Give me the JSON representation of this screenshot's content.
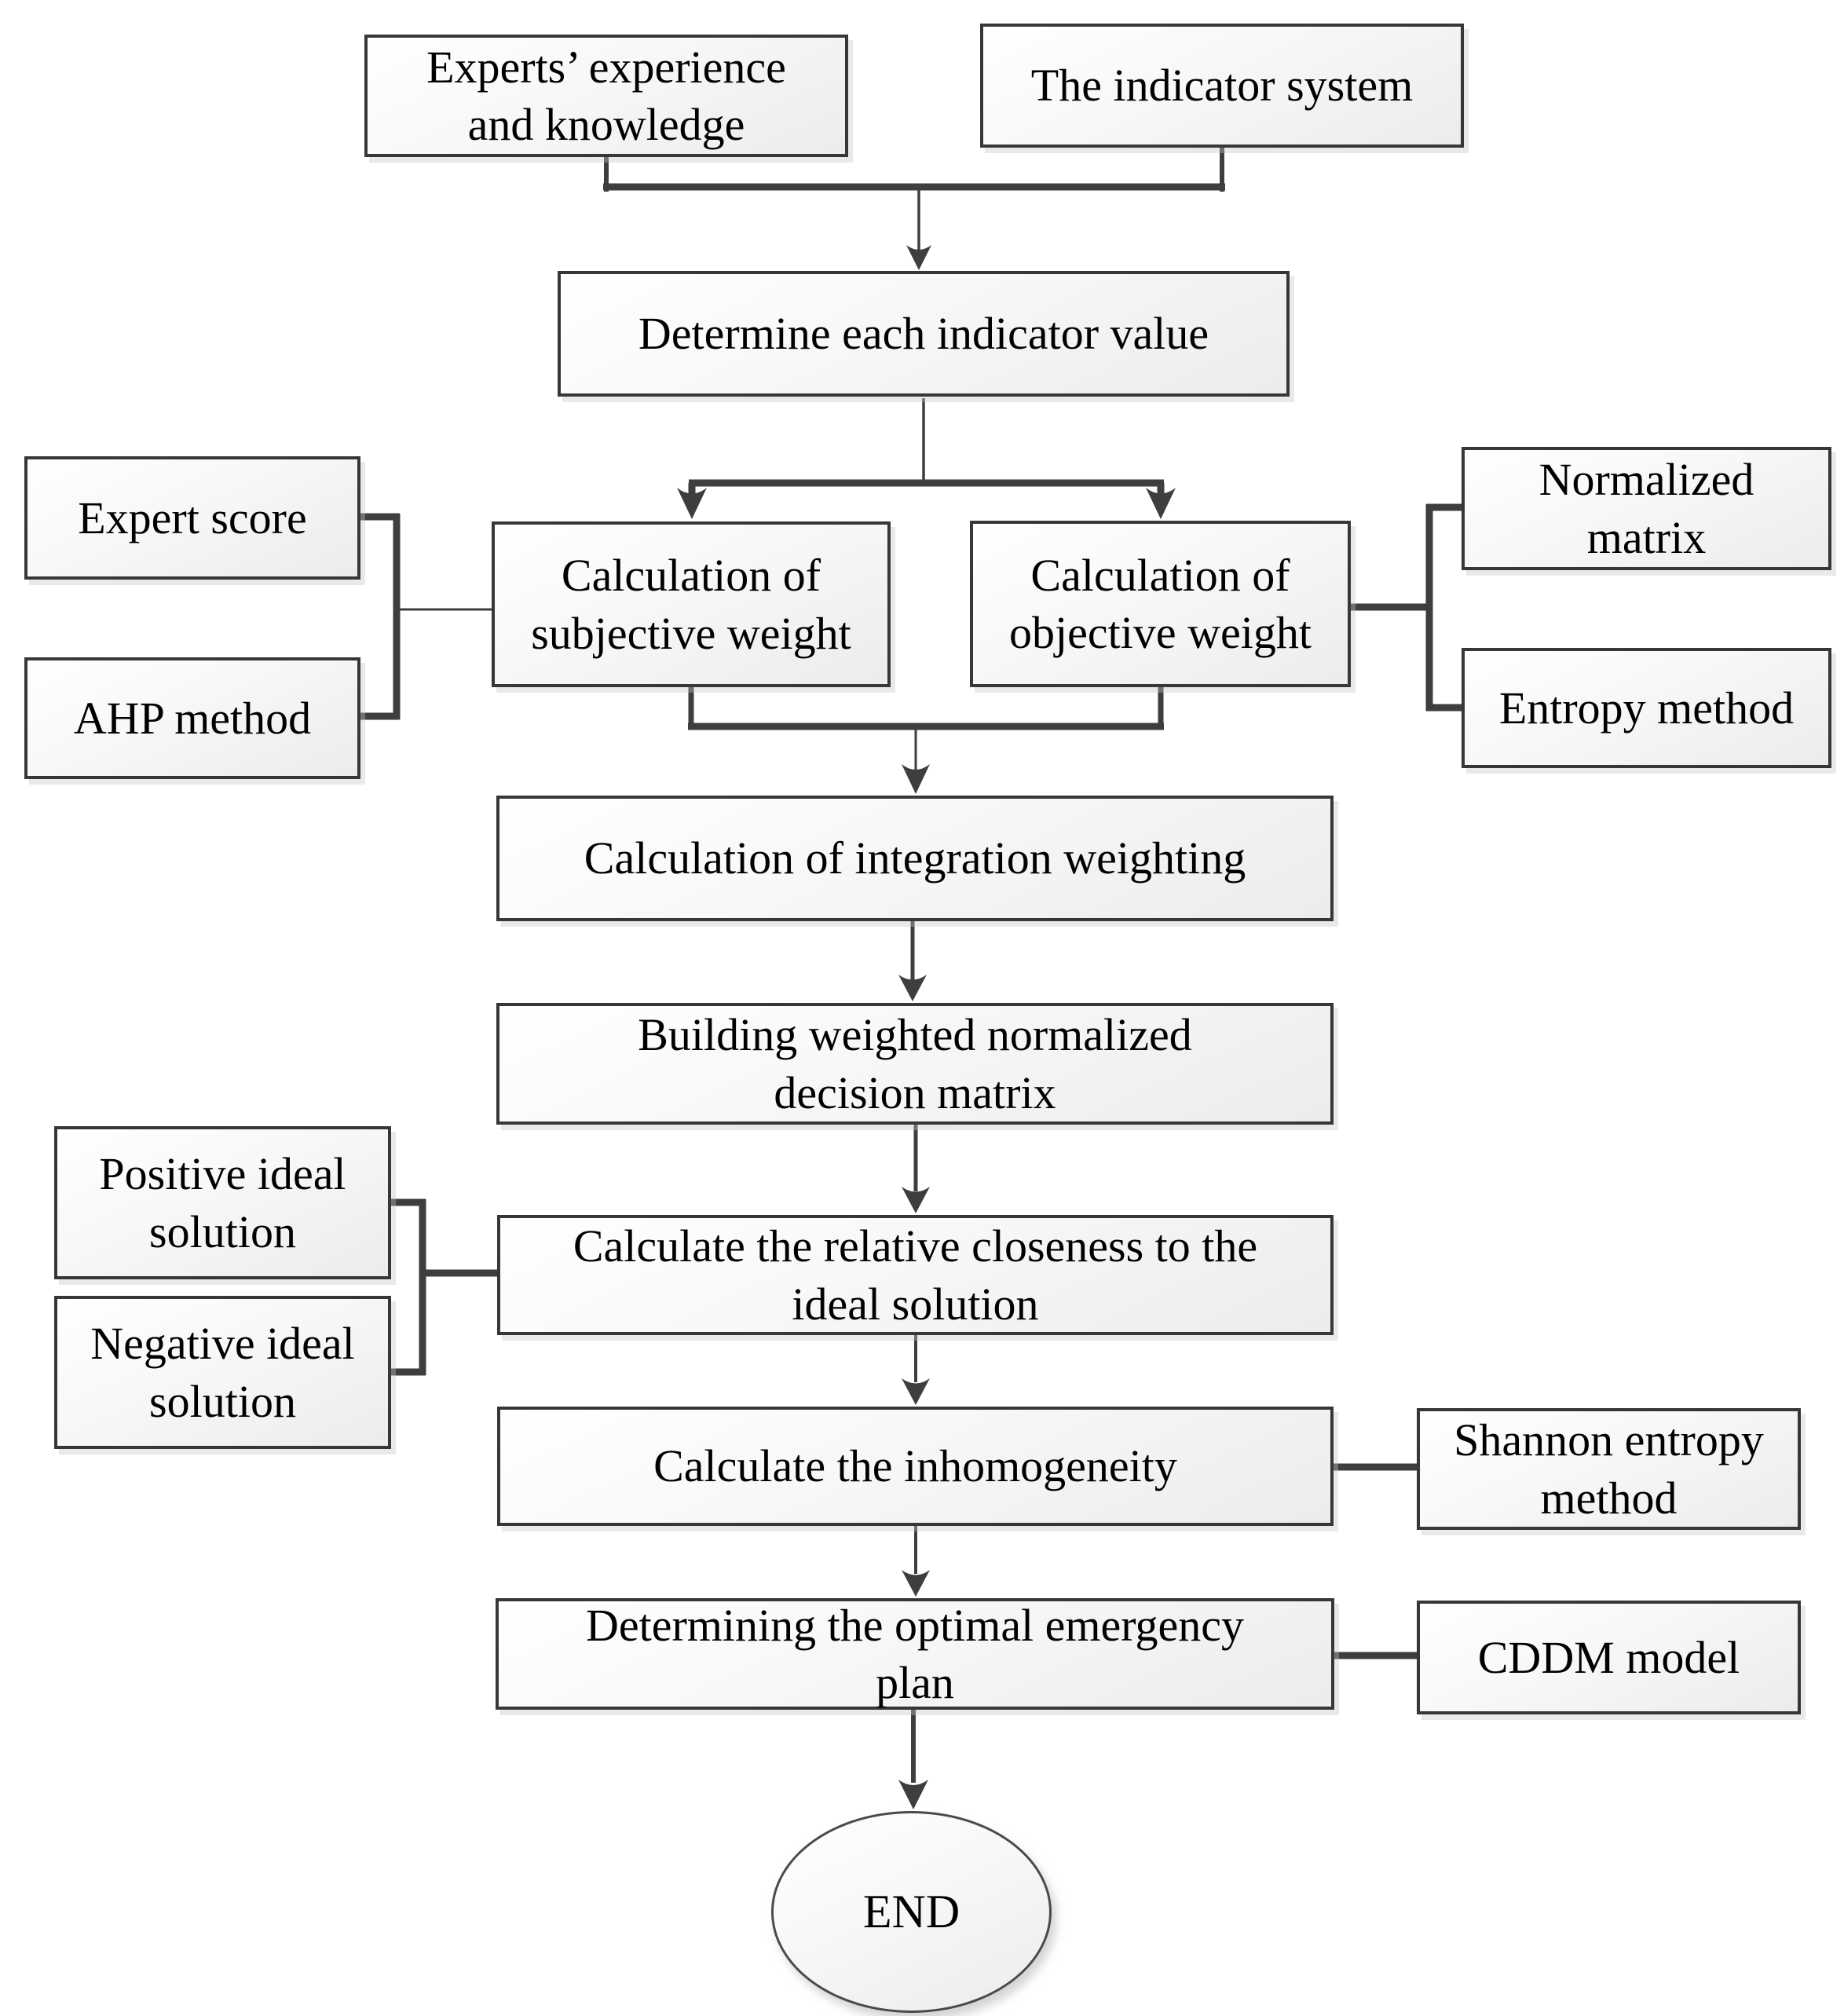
{
  "page": {
    "background": "#ffffff"
  },
  "flowchart": {
    "type": "flowchart",
    "direction": "top-down",
    "colors": {
      "connector": "#3e3e3e",
      "node_border": "#373737",
      "node_fill_top": "#ffffff",
      "node_fill_bottom": "#ececec",
      "text": "#000000"
    },
    "nodes": {
      "experts_experience": {
        "label": "Experts’ experience\nand knowledge",
        "shape": "rect"
      },
      "indicator_system": {
        "label": "The indicator system",
        "shape": "rect"
      },
      "determine_indicator_value": {
        "label": "Determine each indicator value",
        "shape": "rect"
      },
      "expert_score": {
        "label": "Expert score",
        "shape": "rect"
      },
      "ahp_method": {
        "label": "AHP method",
        "shape": "rect"
      },
      "subjective_weight": {
        "label": "Calculation of\nsubjective weight",
        "shape": "rect"
      },
      "objective_weight": {
        "label": "Calculation of\nobjective weight",
        "shape": "rect"
      },
      "normalized_matrix": {
        "label": "Normalized\nmatrix",
        "shape": "rect"
      },
      "entropy_method": {
        "label": "Entropy method",
        "shape": "rect"
      },
      "integration_weighting": {
        "label": "Calculation of integration weighting",
        "shape": "rect"
      },
      "weighted_matrix": {
        "label": "Building weighted normalized\ndecision matrix",
        "shape": "rect"
      },
      "positive_ideal": {
        "label": "Positive ideal\nsolution",
        "shape": "rect"
      },
      "negative_ideal": {
        "label": "Negative ideal\nsolution",
        "shape": "rect"
      },
      "relative_closeness": {
        "label": "Calculate the relative closeness to the\nideal solution",
        "shape": "rect"
      },
      "inhomogeneity": {
        "label": "Calculate the inhomogeneity",
        "shape": "rect"
      },
      "shannon_entropy": {
        "label": "Shannon entropy\nmethod",
        "shape": "rect"
      },
      "optimal_plan": {
        "label": "Determining the optimal emergency\nplan",
        "shape": "rect"
      },
      "cddm_model": {
        "label": "CDDM model",
        "shape": "rect"
      },
      "end": {
        "label": "END",
        "shape": "ellipse"
      }
    },
    "edges": [
      {
        "from": "experts_experience",
        "to": "determine_indicator_value",
        "style": "arrow"
      },
      {
        "from": "indicator_system",
        "to": "determine_indicator_value",
        "style": "arrow"
      },
      {
        "from": "determine_indicator_value",
        "to": "subjective_weight",
        "style": "arrow"
      },
      {
        "from": "determine_indicator_value",
        "to": "objective_weight",
        "style": "arrow"
      },
      {
        "from": "expert_score",
        "to": "subjective_weight",
        "style": "bracket"
      },
      {
        "from": "ahp_method",
        "to": "subjective_weight",
        "style": "bracket"
      },
      {
        "from": "normalized_matrix",
        "to": "objective_weight",
        "style": "bracket"
      },
      {
        "from": "entropy_method",
        "to": "objective_weight",
        "style": "bracket"
      },
      {
        "from": "subjective_weight",
        "to": "integration_weighting",
        "style": "arrow"
      },
      {
        "from": "objective_weight",
        "to": "integration_weighting",
        "style": "arrow"
      },
      {
        "from": "integration_weighting",
        "to": "weighted_matrix",
        "style": "arrow"
      },
      {
        "from": "weighted_matrix",
        "to": "relative_closeness",
        "style": "arrow"
      },
      {
        "from": "positive_ideal",
        "to": "relative_closeness",
        "style": "bracket"
      },
      {
        "from": "negative_ideal",
        "to": "relative_closeness",
        "style": "bracket"
      },
      {
        "from": "relative_closeness",
        "to": "inhomogeneity",
        "style": "arrow"
      },
      {
        "from": "inhomogeneity",
        "to": "shannon_entropy",
        "style": "line"
      },
      {
        "from": "inhomogeneity",
        "to": "optimal_plan",
        "style": "arrow"
      },
      {
        "from": "optimal_plan",
        "to": "cddm_model",
        "style": "line"
      },
      {
        "from": "optimal_plan",
        "to": "end",
        "style": "arrow"
      }
    ]
  }
}
